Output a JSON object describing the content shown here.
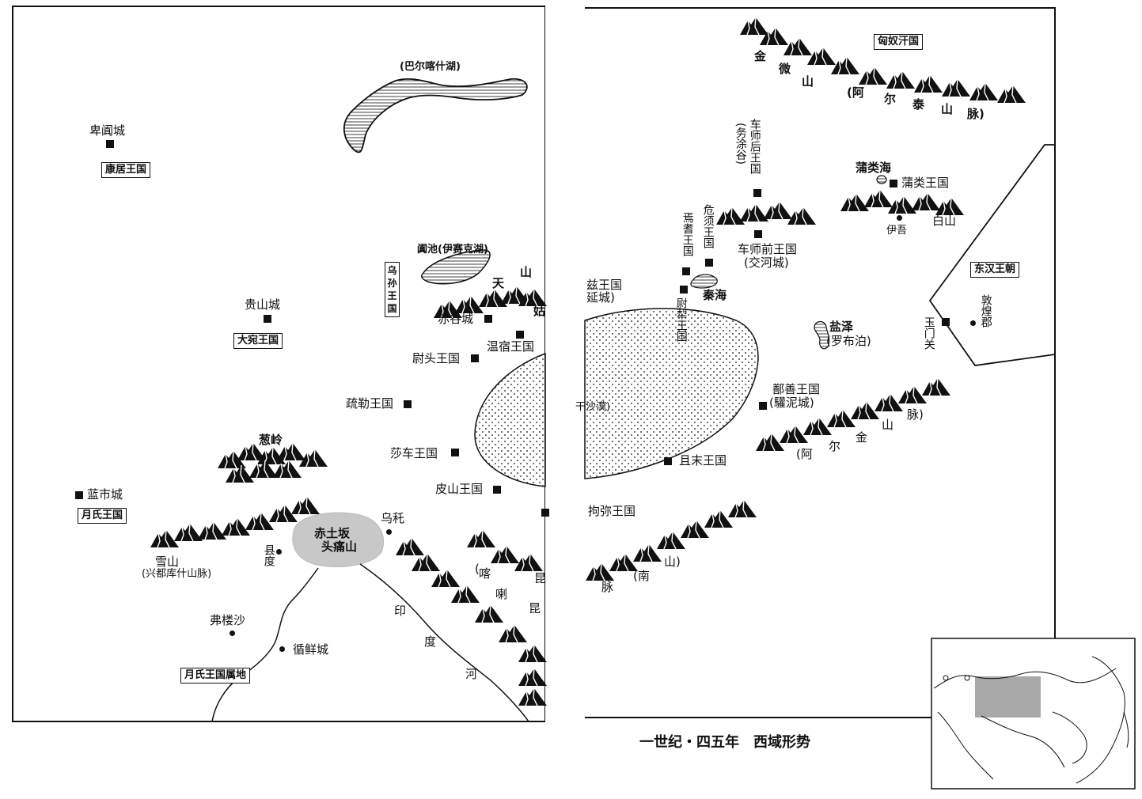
{
  "left_sheet": {
    "lake_balkhash": "(巴尔喀什湖)",
    "issyk_kul": "阗池(伊赛克湖)",
    "desert_label": "干沙漠)",
    "cities": {
      "beitian": "卑阗城",
      "guishan": "贵山城",
      "chigu": "赤谷城",
      "lanshi": "蓝市城",
      "wuhao": "乌秅",
      "xuandu": "县度",
      "fuloushao": "弗楼沙",
      "xunxian": "循鲜城"
    },
    "kingdoms": {
      "wensu": "温宿王国",
      "weitou": "尉头王国",
      "shule": "疏勒王国",
      "shache": "莎车王国",
      "pishan": "皮山王国"
    },
    "boxes": {
      "kangju": "康居王国",
      "dayuan": "大宛王国",
      "yueshi": "月氏王国",
      "yueshi_territory": "月氏王国属地",
      "wusun": "乌孙王国"
    },
    "mountains": {
      "congling": "葱岭",
      "xueshan": "雪山",
      "hindu_kush": "(兴都库什山脉)",
      "chitu": "赤土坂",
      "toutong": "头痛山",
      "tian": "天",
      "shan": "山",
      "gu": "姑",
      "karakoram": [
        "(",
        "喀",
        "喇",
        "昆"
      ],
      "karakoram_tail": "昆"
    },
    "river": [
      "印",
      "度",
      "河"
    ]
  },
  "right_sheet": {
    "boxes": {
      "xiongnu": "匈奴汗国",
      "han": "东汉王朝"
    },
    "altai": [
      "金",
      "微",
      "山",
      "(阿",
      "尔",
      "泰",
      "山",
      "脉)"
    ],
    "jushi_hou": "车师后王国",
    "jushi_hou_note": "(务涂谷)",
    "jushi_qian": "车师前王国",
    "jushi_qian_note": "(交河城)",
    "weixu": "危须王国",
    "yanqi": "焉耆王国",
    "weili": "尉犁王国",
    "qiuci_a": "兹王国",
    "qiuci_b": "延城)",
    "qinhai": "秦海",
    "pulei_hai": "蒲类海",
    "pulei": "蒲类王国",
    "baishan": "白山",
    "yiwu": "伊吾",
    "yanze": "盐泽",
    "lop_nur": "(罗布泊)",
    "yumen": "玉门关",
    "dunhuang": "敦煌郡",
    "shanshan": "鄯善王国",
    "shanshan_note": "(驩泥城)",
    "altun": [
      "脉)",
      "山",
      "金",
      "尔",
      "(阿"
    ],
    "qiemo": "且末王国",
    "jumi": "拘弥王国",
    "nanshan": [
      "(南",
      "山)",
      "脉"
    ]
  },
  "caption": "一世纪・四五年　西域形势",
  "colors": {
    "ink": "#111111",
    "paper": "#ffffff",
    "inset_highlight": "#a8a8a8"
  }
}
